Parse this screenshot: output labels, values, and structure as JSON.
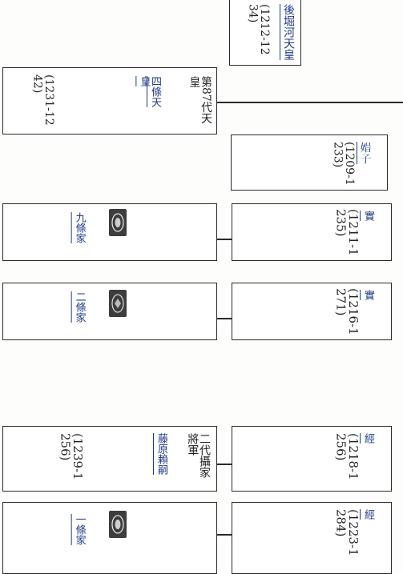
{
  "entries": {
    "gohorikawa": {
      "name": "後堀河天皇",
      "dates": "(1212-1234)"
    },
    "shijo": {
      "ordinal": "第87代天皇",
      "name": "四條天皇",
      "dates": "(1231-1242)"
    },
    "sokushi": {
      "name": "𡟤子",
      "dates": "(1209-1233)"
    },
    "kujo_left": {
      "name": "九條家"
    },
    "kujo_right": {
      "name": "實",
      "dates": "(1211-1235)"
    },
    "nijo_left": {
      "name": "二條家"
    },
    "nijo_right": {
      "name": "實",
      "dates": "(1216-1271)"
    },
    "yoritsugu": {
      "title": "二代攝家將軍",
      "name": "藤原賴嗣",
      "dates": "(1239-1256)"
    },
    "tsune1": {
      "name": "經",
      "dates": "(1218-1256)"
    },
    "ichijo_left": {
      "name": "一條家"
    },
    "tsune2": {
      "name": "經",
      "dates": "(1223-1284)"
    }
  }
}
